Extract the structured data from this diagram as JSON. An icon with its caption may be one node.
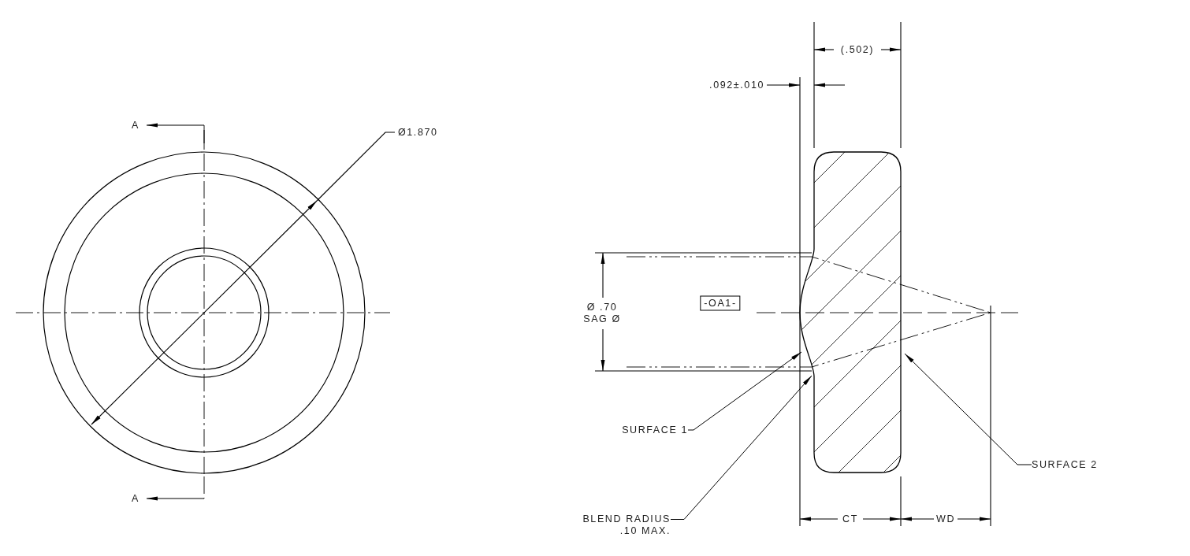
{
  "diagram": {
    "nodes": [
      {
        "text": [
          "SURFACE 1"
        ]
      },
      {
        "text": [
          "SURFACE 2"
        ]
      },
      {
        "text": [
          "BLEND RADIUS .10 MAX."
        ]
      },
      {
        "text": [],
        "shape": "picture"
      }
    ],
    "edges": [
      {
        "from": 0,
        "to": 3,
        "arrow": "to"
      },
      {
        "from": 1,
        "to": 3,
        "arrow": "to"
      },
      {
        "from": 2,
        "to": 3,
        "arrow": "to"
      }
    ],
    "labels": [
      "(.502)",
      ".092±.010",
      "A",
      "Ø1.870",
      "-OA1-",
      "Ø .70 SAG Ø",
      "A",
      "CT",
      "WD"
    ]
  }
}
